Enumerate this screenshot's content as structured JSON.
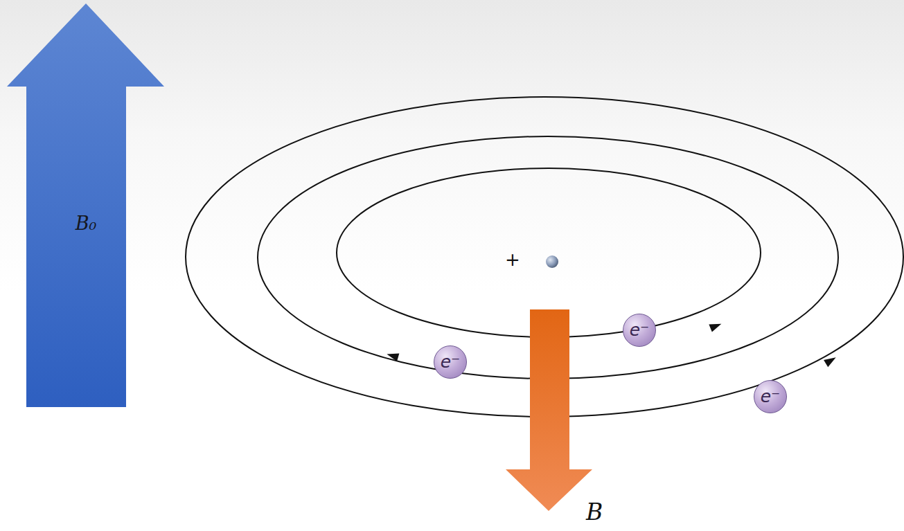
{
  "diagram": {
    "nodes": [
      {
        "text": [
          "B₀"
        ]
      },
      {
        "text": [
          "e⁻"
        ]
      },
      {
        "text": [
          "e⁻"
        ]
      },
      {
        "text": [
          "e⁻"
        ]
      },
      {
        "text": [
          "B"
        ]
      }
    ],
    "labels": [
      "+"
    ]
  }
}
